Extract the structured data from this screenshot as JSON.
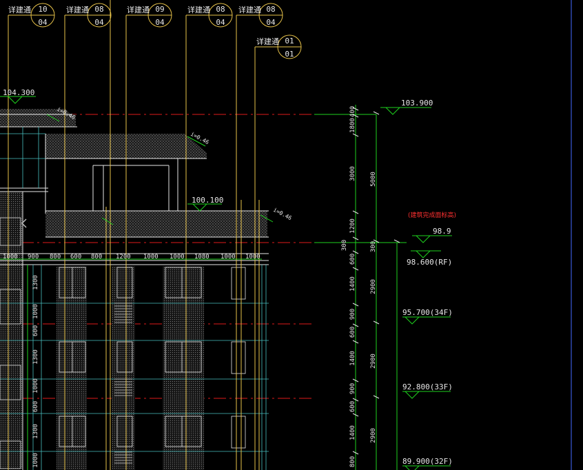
{
  "callouts": [
    {
      "label": "详建通",
      "top": "10",
      "bottom": "04"
    },
    {
      "label": "详建通",
      "top": "08",
      "bottom": "04"
    },
    {
      "label": "详建通",
      "top": "09",
      "bottom": "04"
    },
    {
      "label": "详建通",
      "top": "08",
      "bottom": "04"
    },
    {
      "label": "详建通",
      "top": "08",
      "bottom": "04"
    },
    {
      "label": "详建通",
      "top": "01",
      "bottom": "01"
    }
  ],
  "elevations": {
    "left_top": "104.300",
    "right_top": "103.900",
    "mid_roof": "100.100",
    "note": "(建筑完成面标高)",
    "e98_9": "98.9",
    "rf": "98.600(RF)",
    "f34": "95.700(34F)",
    "f33": "92.800(33F)",
    "f32": "89.900(32F)"
  },
  "slopes": {
    "s1": "i=0.46",
    "s2": "i=0.46",
    "s3": "i=0.46"
  },
  "horiz_dims": [
    "1000",
    "900",
    "800",
    "600",
    "800",
    "1200",
    "1000",
    "1000",
    "1080",
    "1000",
    "1000"
  ],
  "vert_dims_inner": [
    "400",
    "1800",
    "3000",
    "1200",
    "300",
    "600",
    "1400",
    "900",
    "600",
    "1400",
    "900",
    "600",
    "1400",
    "800"
  ],
  "vert_dims_outer": [
    "5000",
    "300",
    "2900",
    "2900",
    "2900"
  ],
  "left_dims": [
    "1300",
    "1000",
    "600",
    "1300",
    "1000",
    "600",
    "1300",
    "1000"
  ],
  "colors": {
    "background": "#000000",
    "line_yellow": "#e8c34a",
    "line_red": "#e01a1a",
    "line_green": "#1ed21e",
    "line_white": "#e8e8e8",
    "line_cyan": "#49c0c0",
    "note_red": "#ff3030",
    "border_blue": "#3a5ad8"
  }
}
